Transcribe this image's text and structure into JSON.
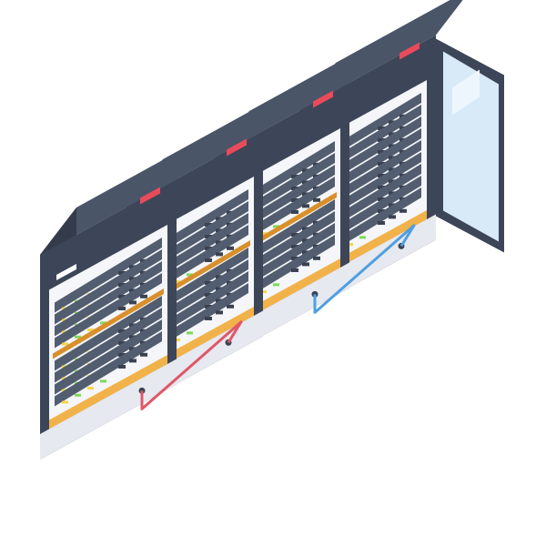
{
  "scene": {
    "subject": "server-rack-row-isometric",
    "rack_count": 4,
    "open_door_rack": 4,
    "cable_connections": [
      {
        "from": 1,
        "to": 2,
        "color_name": "red"
      },
      {
        "from": 3,
        "to": 4,
        "color_name": "blue"
      }
    ]
  },
  "colors": {
    "rack_top": "#4a5568",
    "rack_top_dark": "#3b4455",
    "rack_front": "#3d4658",
    "rack_side": "#343c4c",
    "rack_inner": "#f4f6f9",
    "shelf": "#f2b24a",
    "shelf_dark": "#d98f2b",
    "server_body": "#525d6f",
    "server_panel": "#3a4252",
    "led_yellow": "#f5d44a",
    "led_green": "#7ed957",
    "led_red": "#e94b5a",
    "label_red": "#e94b5a",
    "label_white": "#ffffff",
    "base": "#e6e9ef",
    "base_dark": "#c9ced8",
    "cable_red": "#e0576a",
    "cable_blue": "#4f9fe0",
    "door_glass": "#d8eaf8",
    "door_frame": "#3d4658"
  }
}
